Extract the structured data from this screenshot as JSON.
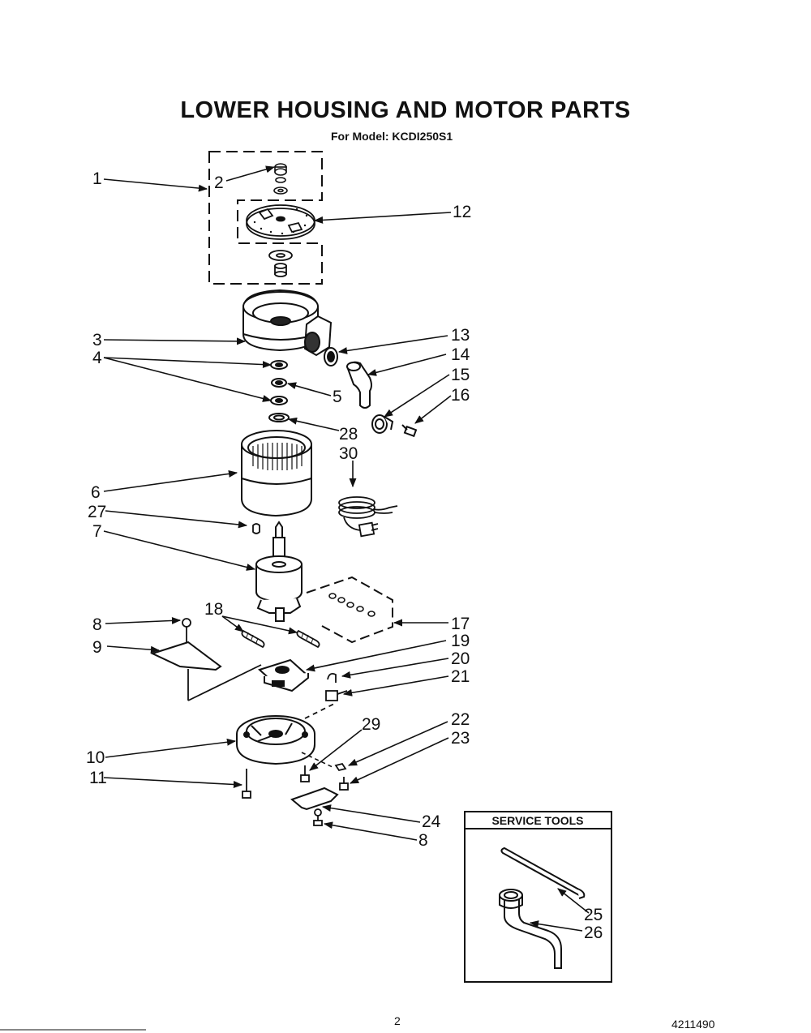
{
  "title": "LOWER HOUSING AND MOTOR PARTS",
  "subtitle": "For Model: KCDI250S1",
  "service_tools_title": "SERVICE TOOLS",
  "page_number": "2",
  "doc_number": "4211490",
  "callouts": [
    {
      "id": "c1",
      "label": "1"
    },
    {
      "id": "c2",
      "label": "2"
    },
    {
      "id": "c12",
      "label": "12"
    },
    {
      "id": "c3",
      "label": "3"
    },
    {
      "id": "c4",
      "label": "4"
    },
    {
      "id": "c5",
      "label": "5"
    },
    {
      "id": "c13",
      "label": "13"
    },
    {
      "id": "c14",
      "label": "14"
    },
    {
      "id": "c15",
      "label": "15"
    },
    {
      "id": "c16",
      "label": "16"
    },
    {
      "id": "c28",
      "label": "28"
    },
    {
      "id": "c30",
      "label": "30"
    },
    {
      "id": "c6",
      "label": "6"
    },
    {
      "id": "c27",
      "label": "27"
    },
    {
      "id": "c7",
      "label": "7"
    },
    {
      "id": "c18",
      "label": "18"
    },
    {
      "id": "c8a",
      "label": "8"
    },
    {
      "id": "c9",
      "label": "9"
    },
    {
      "id": "c17",
      "label": "17"
    },
    {
      "id": "c19",
      "label": "19"
    },
    {
      "id": "c20",
      "label": "20"
    },
    {
      "id": "c21",
      "label": "21"
    },
    {
      "id": "c29",
      "label": "29"
    },
    {
      "id": "c22",
      "label": "22"
    },
    {
      "id": "c23",
      "label": "23"
    },
    {
      "id": "c10",
      "label": "10"
    },
    {
      "id": "c11",
      "label": "11"
    },
    {
      "id": "c24",
      "label": "24"
    },
    {
      "id": "c8b",
      "label": "8"
    },
    {
      "id": "c25",
      "label": "25"
    },
    {
      "id": "c26",
      "label": "26"
    }
  ]
}
